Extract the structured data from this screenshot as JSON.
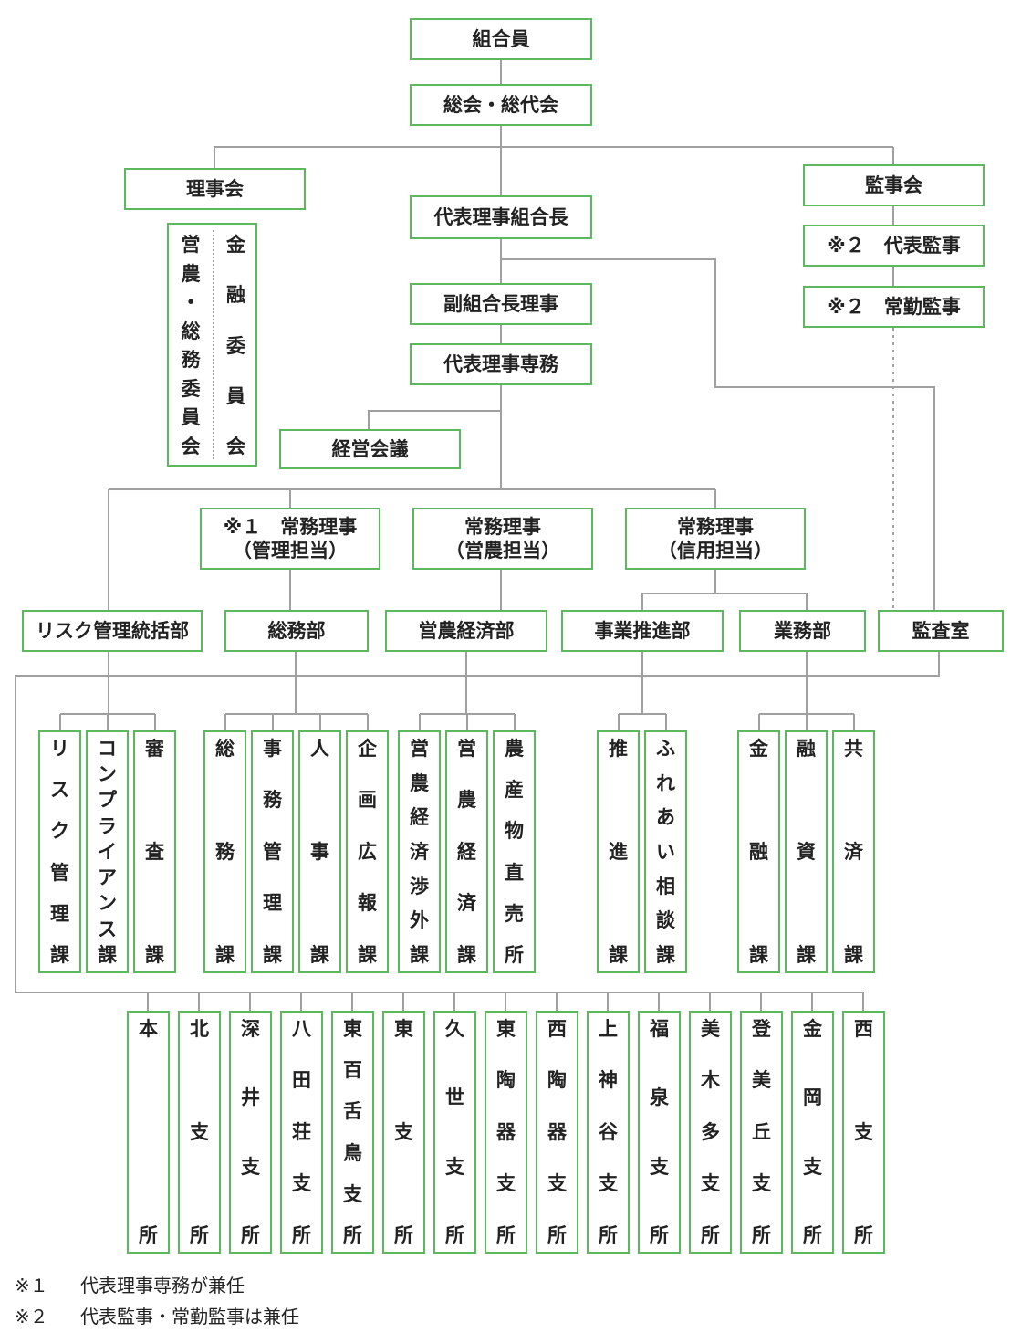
{
  "nodes": {
    "members": "組合員",
    "general_assembly": "総会・総代会",
    "board": "理事会",
    "president": "代表理事組合長",
    "auditors": "監事会",
    "rep_auditor": "※２　代表監事",
    "fulltime_auditor": "※２　常勤監事",
    "vice_president": "副組合長理事",
    "senior_director": "代表理事専務",
    "management_meeting": "経営会議",
    "md_admin_1": "※１　常務理事",
    "md_admin_2": "（管理担当）",
    "md_farm_1": "常務理事",
    "md_farm_2": "（営農担当）",
    "md_credit_1": "常務理事",
    "md_credit_2": "（信用担当）",
    "dept_risk": "リスク管理統括部",
    "dept_general": "総務部",
    "dept_farm": "営農経済部",
    "dept_business": "事業推進部",
    "dept_operations": "業務部",
    "audit_office": "監査室"
  },
  "committees": {
    "left": "営農・総務委員会",
    "right": "金融委員会"
  },
  "sections": [
    "リスク管理課",
    "コンプライアンス課",
    "審査課",
    "総務課",
    "事務管理課",
    "人事課",
    "企画広報課",
    "営農経済渉外課",
    "営農経済課",
    "農産物直売所",
    "推進課",
    "ふれあい相談課",
    "金融課",
    "融資課",
    "共済課"
  ],
  "branches": [
    "本所",
    "北支所",
    "深井支所",
    "八田荘支所",
    "東百舌鳥支所",
    "東支所",
    "久世支所",
    "東陶器支所",
    "西陶器支所",
    "上神谷支所",
    "福泉支所",
    "美木多支所",
    "登美丘支所",
    "金岡支所",
    "西支所"
  ],
  "notes": [
    {
      "mark": "※１",
      "text": "代表理事専務が兼任"
    },
    {
      "mark": "※２",
      "text": "代表監事・常勤監事は兼任"
    }
  ]
}
